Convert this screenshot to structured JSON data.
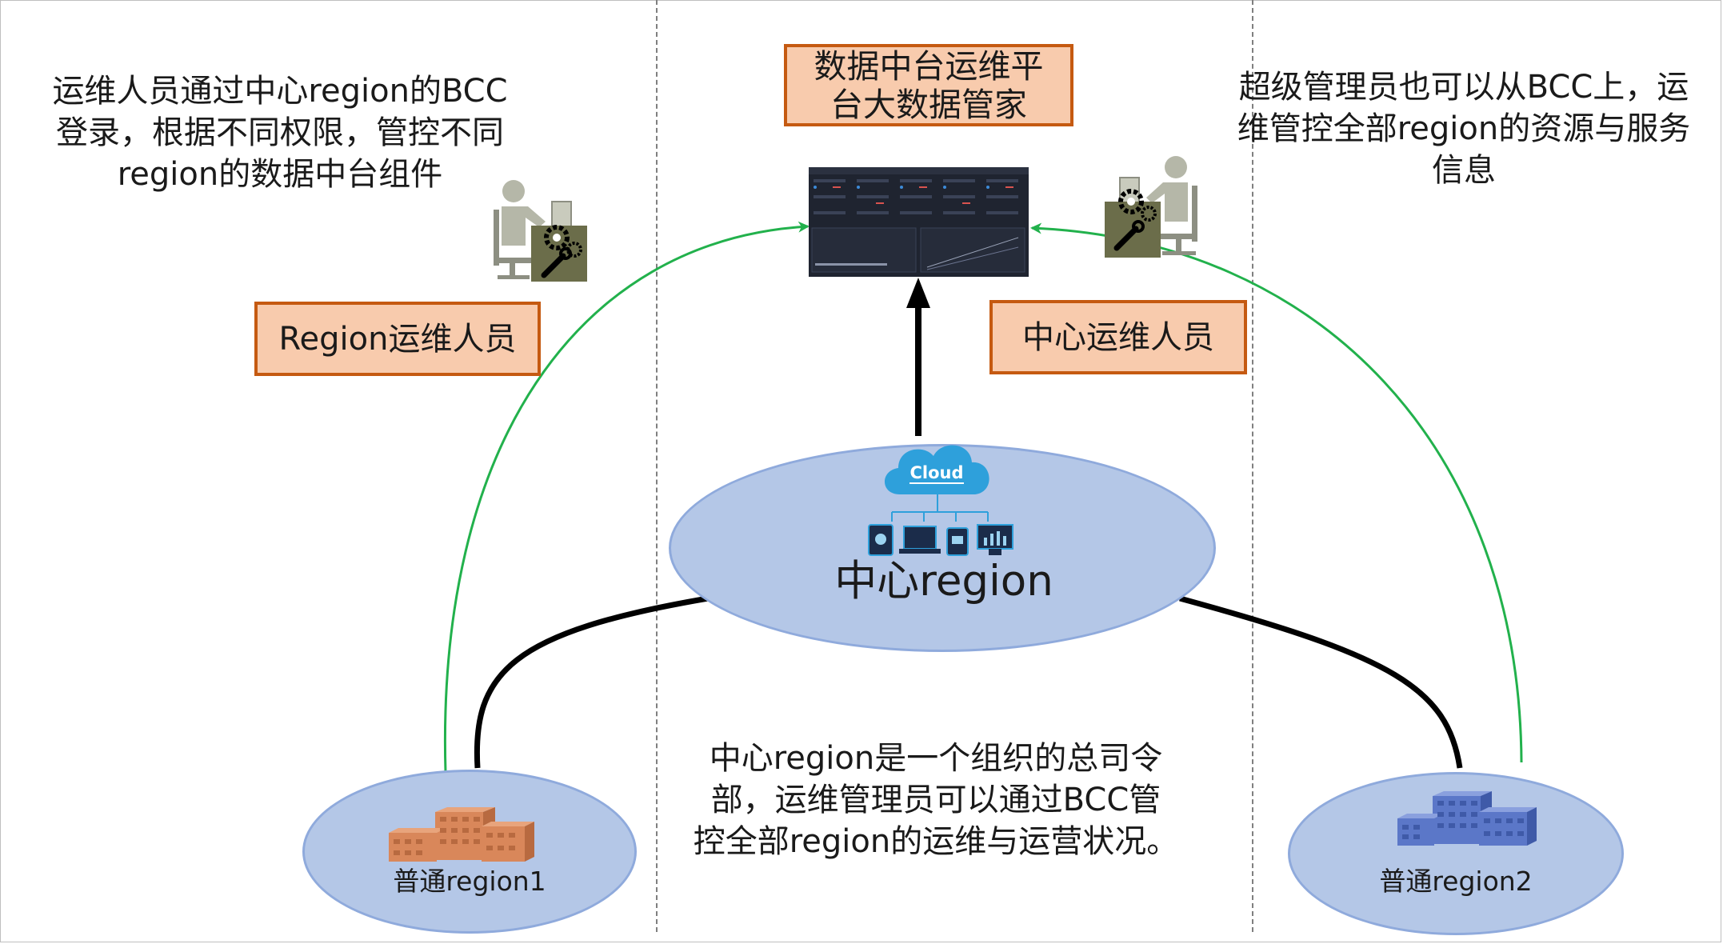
{
  "notes": {
    "left": [
      "运维人员通过中心region的BCC",
      "登录，根据不同权限，管控不同",
      "region的数据中台组件"
    ],
    "right": [
      "超级管理员也可以从BCC上，运",
      "维管控全部region的资源与服务",
      "信息"
    ],
    "bottom": [
      "中心region是一个组织的总司令",
      "部，运维管理员可以通过BCC管",
      "控全部region的运维与运营状况。"
    ]
  },
  "boxes": {
    "dashboard_title": [
      "数据中台运维平",
      "台大数据管家"
    ],
    "region_ops": "Region运维人员",
    "central_ops": "中心运维人员"
  },
  "regions": {
    "central": "中心region",
    "cloud": "Cloud",
    "region1": "普通region1",
    "region2": "普通region2"
  },
  "colors": {
    "box_fill": "#f8cbad",
    "box_border": "#c55a11",
    "ellipse_fill": "#b4c7e7",
    "ellipse_border": "#8faadc",
    "green_arrow": "#22b14c",
    "cloud": "#2ea0db",
    "building1": "#d9875a",
    "building2": "#5b77c8"
  },
  "icons": [
    "admin-person-icon-left",
    "admin-person-icon-right",
    "gear-wrench-icon",
    "cloud-icon",
    "device-icons",
    "building-icon",
    "dashboard-screen-icon"
  ]
}
